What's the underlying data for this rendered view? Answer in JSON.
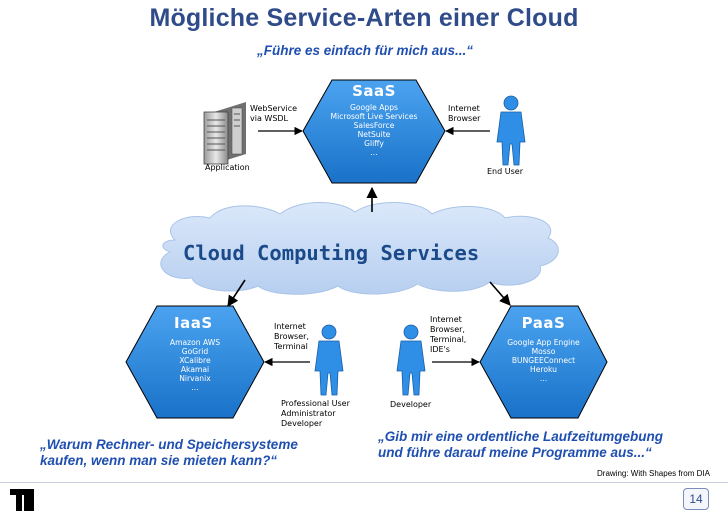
{
  "title": "Mögliche Service-Arten einer Cloud",
  "quotes": {
    "saas": "„Führe es einfach für mich aus...“",
    "iaas": [
      "„Warum Rechner- und Speichersysteme",
      "kaufen, wenn man sie mieten kann?“"
    ],
    "paas": [
      "„Gib mir eine ordentliche Laufzeitumgebung",
      "und führe darauf meine Programme aus...“"
    ]
  },
  "cloud": {
    "label": "Cloud Computing Services"
  },
  "saas": {
    "title": "SaaS",
    "items": [
      "Google Apps",
      "Microsoft Live Services",
      "SalesForce",
      "NetSuite",
      "Gliffy",
      "..."
    ]
  },
  "iaas": {
    "title": "IaaS",
    "items": [
      "Amazon AWS",
      "GoGrid",
      "XCalibre",
      "Akamai",
      "Nirvanix",
      "..."
    ]
  },
  "paas": {
    "title": "PaaS",
    "items": [
      "Google App Engine",
      "Mosso",
      "BUNGEEConnect",
      "Heroku",
      "..."
    ]
  },
  "labels": {
    "webservice": [
      "WebService",
      "via WSDL"
    ],
    "application": "Application",
    "internet_browser_saas": [
      "Internet",
      "Browser"
    ],
    "end_user": "End User",
    "iaas_access": [
      "Internet",
      "Browser,",
      "Terminal"
    ],
    "iaas_users": [
      "Professional User",
      "Administrator",
      "Developer"
    ],
    "paas_access": [
      "Internet",
      "Browser,",
      "Terminal,",
      "IDE's"
    ],
    "paas_user": "Developer"
  },
  "credit": "Drawing: With Shapes from DIA",
  "page_number": "14",
  "colors": {
    "title": "#2f4b8a",
    "quote": "#1f4fb0",
    "hexagon": "#2a8ae0",
    "cloud": "#c7dbf6",
    "person": "#2f8fe6"
  }
}
